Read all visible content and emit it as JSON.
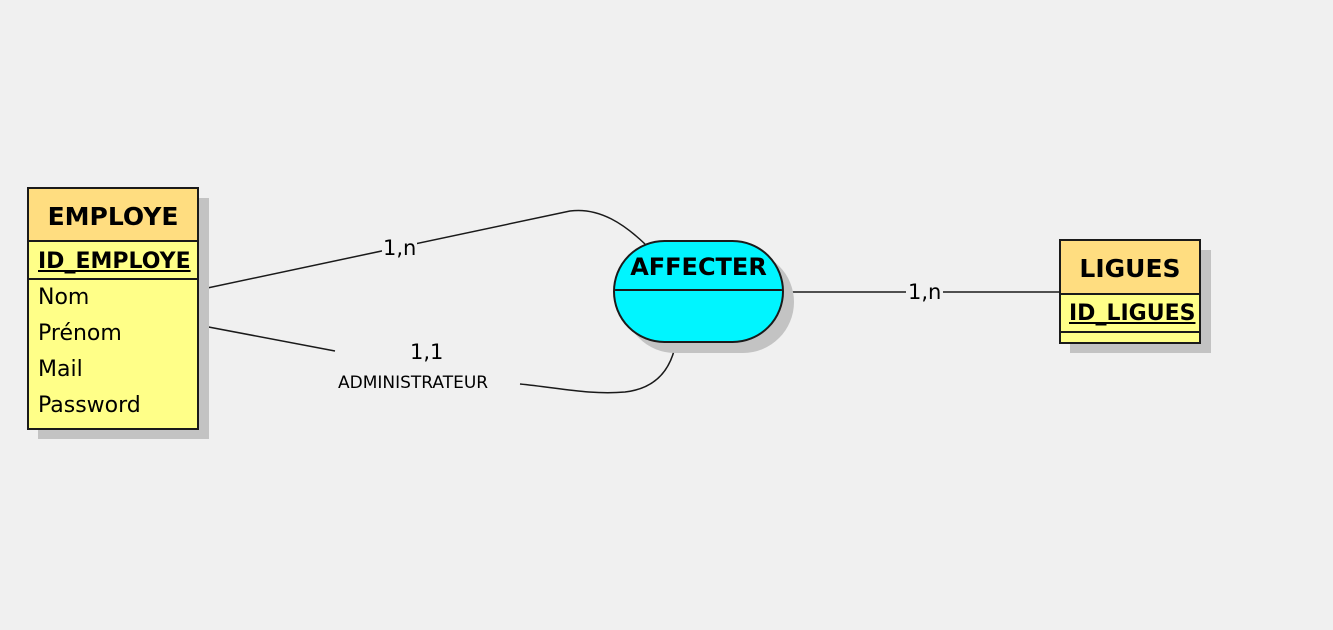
{
  "entities": {
    "employe": {
      "name": "EMPLOYE",
      "identifier": "ID_EMPLOYE",
      "attributes": [
        "Nom",
        "Prénom",
        "Mail",
        "Password"
      ]
    },
    "ligues": {
      "name": "LIGUES",
      "identifier": "ID_LIGUES"
    }
  },
  "association": {
    "name": "AFFECTER"
  },
  "links": {
    "employe_affecter_top": {
      "cardinality": "1,n"
    },
    "employe_affecter_bottom": {
      "cardinality": "1,1",
      "role": "ADMINISTRATEUR"
    },
    "affecter_ligues": {
      "cardinality": "1,n"
    }
  },
  "colors": {
    "background": "#f0f0f0",
    "entity_header": "#ffdd80",
    "entity_body": "#ffff88",
    "association_fill": "#00f5ff",
    "line": "#1a1a1a"
  }
}
